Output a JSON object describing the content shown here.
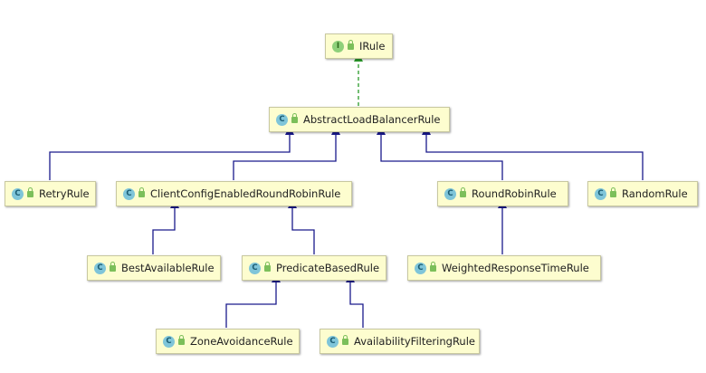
{
  "diagram": {
    "nodes": [
      {
        "id": "IRule",
        "label": "IRule",
        "kind": "interface",
        "badge": "I"
      },
      {
        "id": "AbstractLoadBalancerRule",
        "label": "AbstractLoadBalancerRule",
        "kind": "class",
        "badge": "C"
      },
      {
        "id": "RetryRule",
        "label": "RetryRule",
        "kind": "class",
        "badge": "C"
      },
      {
        "id": "ClientConfigEnabledRoundRobinRule",
        "label": "ClientConfigEnabledRoundRobinRule",
        "kind": "class",
        "badge": "C"
      },
      {
        "id": "RoundRobinRule",
        "label": "RoundRobinRule",
        "kind": "class",
        "badge": "C"
      },
      {
        "id": "RandomRule",
        "label": "RandomRule",
        "kind": "class",
        "badge": "C"
      },
      {
        "id": "BestAvailableRule",
        "label": "BestAvailableRule",
        "kind": "class",
        "badge": "C"
      },
      {
        "id": "PredicateBasedRule",
        "label": "PredicateBasedRule",
        "kind": "class",
        "badge": "C"
      },
      {
        "id": "WeightedResponseTimeRule",
        "label": "WeightedResponseTimeRule",
        "kind": "class",
        "badge": "C"
      },
      {
        "id": "ZoneAvoidanceRule",
        "label": "ZoneAvoidanceRule",
        "kind": "class",
        "badge": "C"
      },
      {
        "id": "AvailabilityFilteringRule",
        "label": "AvailabilityFilteringRule",
        "kind": "class",
        "badge": "C"
      }
    ],
    "edges": [
      {
        "from": "AbstractLoadBalancerRule",
        "to": "IRule",
        "type": "implements"
      },
      {
        "from": "RetryRule",
        "to": "AbstractLoadBalancerRule",
        "type": "extends"
      },
      {
        "from": "ClientConfigEnabledRoundRobinRule",
        "to": "AbstractLoadBalancerRule",
        "type": "extends"
      },
      {
        "from": "RoundRobinRule",
        "to": "AbstractLoadBalancerRule",
        "type": "extends"
      },
      {
        "from": "RandomRule",
        "to": "AbstractLoadBalancerRule",
        "type": "extends"
      },
      {
        "from": "BestAvailableRule",
        "to": "ClientConfigEnabledRoundRobinRule",
        "type": "extends"
      },
      {
        "from": "PredicateBasedRule",
        "to": "ClientConfigEnabledRoundRobinRule",
        "type": "extends"
      },
      {
        "from": "WeightedResponseTimeRule",
        "to": "RoundRobinRule",
        "type": "extends"
      },
      {
        "from": "ZoneAvoidanceRule",
        "to": "PredicateBasedRule",
        "type": "extends"
      },
      {
        "from": "AvailabilityFilteringRule",
        "to": "PredicateBasedRule",
        "type": "extends"
      }
    ],
    "colors": {
      "extends": "#1a1a8c",
      "implements": "#2a9a2a",
      "node_fill": "#fdfdcf"
    }
  }
}
